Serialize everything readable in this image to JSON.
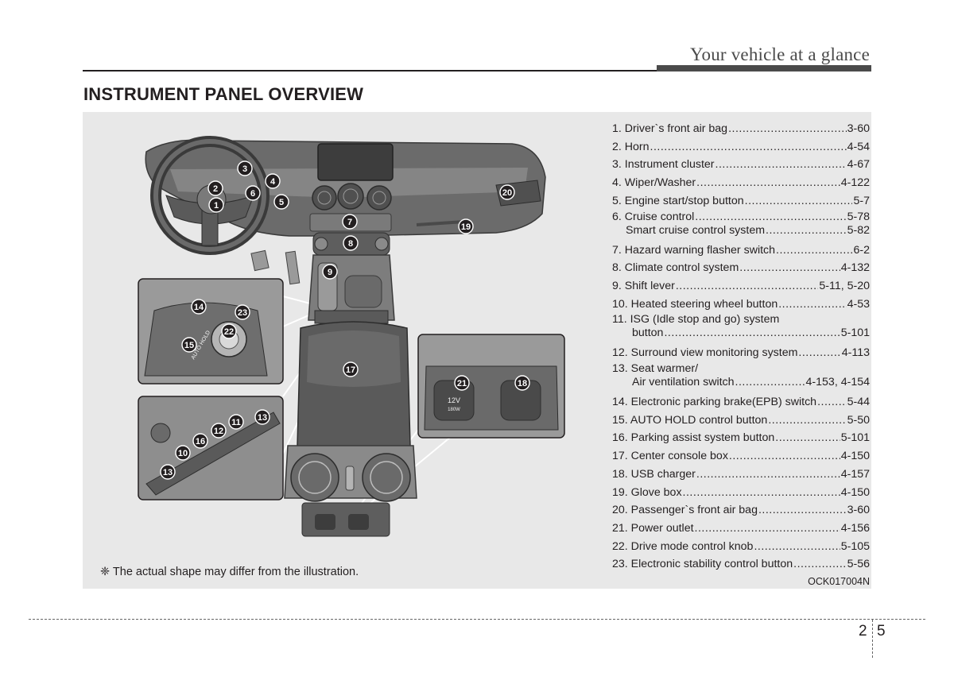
{
  "header": {
    "running_title": "Your vehicle at a glance"
  },
  "section": {
    "title": "INSTRUMENT PANEL OVERVIEW"
  },
  "figure": {
    "legend": [
      {
        "label": "1. Driver`s front air bag",
        "page": "3-60"
      },
      {
        "label": "2. Horn",
        "page": "4-54"
      },
      {
        "label": "3. Instrument cluster",
        "page": "4-67"
      },
      {
        "label": "4. Wiper/Washer",
        "page": "4-122"
      },
      {
        "label": "5. Engine start/stop button",
        "page": "5-7"
      },
      {
        "label": "6. Cruise control",
        "page": "5-78"
      },
      {
        "label": "Smart cruise control system",
        "page": "5-82"
      },
      {
        "label": "7. Hazard warning flasher switch",
        "page": "6-2"
      },
      {
        "label": "8. Climate control system",
        "page": "4-132"
      },
      {
        "label": "9. Shift lever",
        "page": "5-11, 5-20"
      },
      {
        "label": "10. Heated steering wheel button",
        "page": "4-53"
      },
      {
        "label": "11. ISG (Idle stop and go) system",
        "page": ""
      },
      {
        "label": "button",
        "page": "5-101"
      },
      {
        "label": "12. Surround view monitoring system",
        "page": "4-113"
      },
      {
        "label": "13. Seat warmer/",
        "page": ""
      },
      {
        "label": "Air ventilation switch",
        "page": "4-153, 4-154"
      },
      {
        "label": "14. Electronic parking brake(EPB) switch",
        "page": "5-44"
      },
      {
        "label": "15. AUTO HOLD control button",
        "page": "5-50"
      },
      {
        "label": "16. Parking assist system button",
        "page": "5-101"
      },
      {
        "label": "17. Center console box",
        "page": "4-150"
      },
      {
        "label": "18. USB charger",
        "page": "4-157"
      },
      {
        "label": "19. Glove box",
        "page": "4-150"
      },
      {
        "label": "20. Passenger`s front air bag",
        "page": "3-60"
      },
      {
        "label": "21. Power outlet",
        "page": "4-156"
      },
      {
        "label": "22. Drive mode control knob",
        "page": "5-105"
      },
      {
        "label": "23. Electronic stability control button",
        "page": "5-56"
      }
    ],
    "callouts": [
      "1",
      "2",
      "3",
      "4",
      "5",
      "6",
      "7",
      "8",
      "9",
      "10",
      "11",
      "12",
      "13",
      "14",
      "15",
      "16",
      "17",
      "18",
      "19",
      "20",
      "21",
      "22",
      "23"
    ],
    "inset_labels": {
      "outlet_12v": "12V",
      "outlet_rating": "180W",
      "auto_hold": "AUTO HOLD"
    },
    "note": "❈ The actual shape may differ from the illustration.",
    "code": "OCK017004N"
  },
  "footer": {
    "chapter": "2",
    "page": "5"
  }
}
